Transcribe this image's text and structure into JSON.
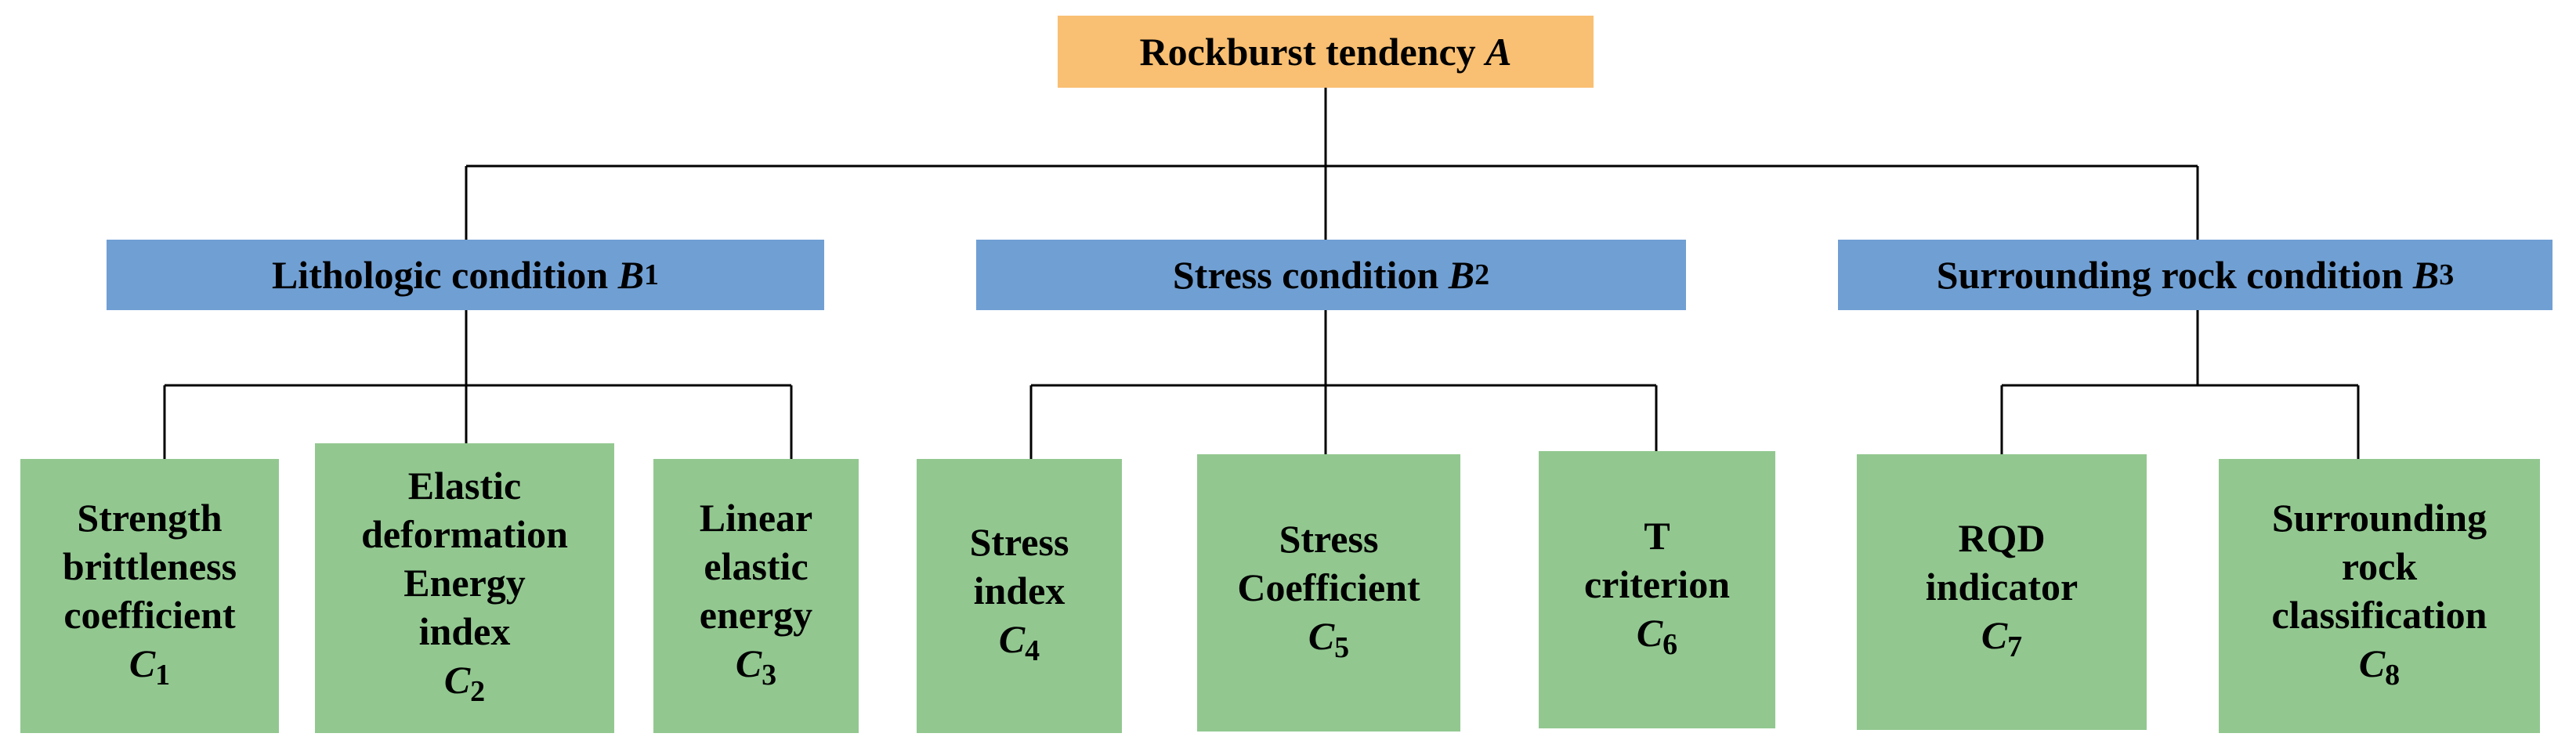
{
  "root": {
    "label": "Rockburst tendency ",
    "symbol": "A"
  },
  "criteria": [
    {
      "label": "Lithologic condition ",
      "symbol": "B",
      "sub": "1"
    },
    {
      "label": "Stress condition ",
      "symbol": "B",
      "sub": "2"
    },
    {
      "label": "Surrounding rock condition ",
      "symbol": "B",
      "sub": "3"
    }
  ],
  "indicators": [
    {
      "lines": [
        "Strength",
        "brittleness",
        "coefficient"
      ],
      "symbol": "C",
      "sub": "1"
    },
    {
      "lines": [
        "Elastic",
        "deformation",
        "Energy",
        "index"
      ],
      "symbol": "C",
      "sub": "2"
    },
    {
      "lines": [
        "Linear",
        "elastic",
        "energy"
      ],
      "symbol": "C",
      "sub": "3"
    },
    {
      "lines": [
        "Stress",
        "index"
      ],
      "symbol": "C",
      "sub": "4"
    },
    {
      "lines": [
        "Stress",
        "Coefficient"
      ],
      "symbol": "C",
      "sub": "5"
    },
    {
      "lines": [
        "T",
        "criterion"
      ],
      "symbol": "C",
      "sub": "6"
    },
    {
      "lines": [
        "RQD",
        "indicator"
      ],
      "symbol": "C",
      "sub": "7"
    },
    {
      "lines": [
        "Surrounding",
        "rock",
        "classification"
      ],
      "symbol": "C",
      "sub": "8"
    }
  ],
  "colors": {
    "root_fill": "#f9bf72",
    "criteria_fill": "#709fd3",
    "indicator_fill": "#92c890",
    "connector": "#000000"
  }
}
